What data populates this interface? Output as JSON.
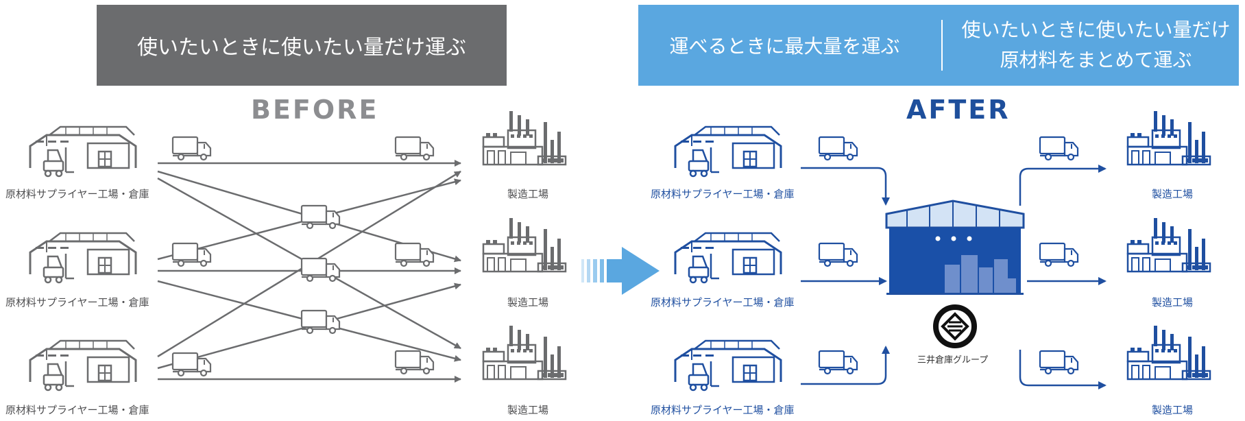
{
  "before": {
    "banner": "使いたいときに使いたい量だけ運ぶ",
    "heading": "BEFORE",
    "supplier_label": "原材料サプライヤー工場・倉庫",
    "factory_label": "製造工場"
  },
  "after": {
    "banner_left": "運べるときに最大量を運ぶ",
    "banner_right_line1": "使いたいときに使いたい量だけ",
    "banner_right_line2": "原材料をまとめて運ぶ",
    "heading": "AFTER",
    "supplier_label": "原材料サプライヤー工場・倉庫",
    "factory_label": "製造工場",
    "hub_label": "三井倉庫グループ"
  },
  "colors": {
    "before_gray": "#6b6c6e",
    "after_blue": "#1f4fa0",
    "banner_blue": "#5aa7e0",
    "arrow_blue": "#4aa3df"
  },
  "icons": [
    "warehouse-icon",
    "forklift-icon",
    "truck-icon",
    "factory-icon",
    "hub-warehouse-icon",
    "mitsui-logo-icon",
    "transition-arrow-icon"
  ]
}
